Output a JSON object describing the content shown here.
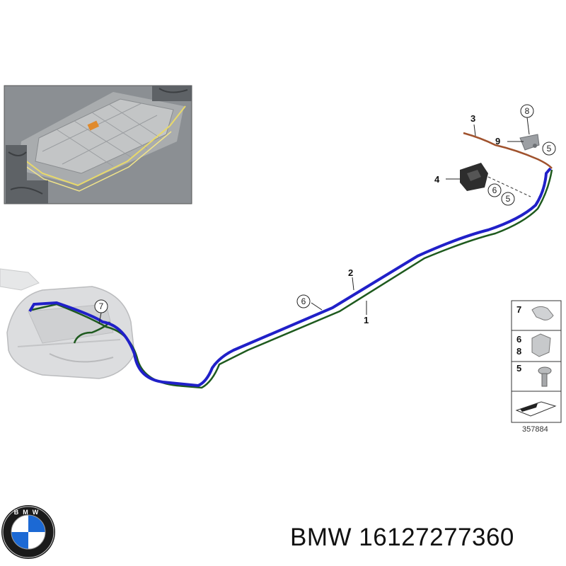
{
  "callouts": {
    "c1": "1",
    "c2": "2",
    "c3": "3",
    "c4": "4",
    "c5a": "5",
    "c5b": "5",
    "c6a": "6",
    "c6b": "6",
    "c7": "7",
    "c8": "8",
    "c9": "9"
  },
  "legend": {
    "row1": "7",
    "row2a": "6",
    "row2b": "8",
    "row3": "5"
  },
  "reference_number": "357884",
  "brand": {
    "logo_letters": "BMW",
    "name": "BMW",
    "part_number": "16127277360"
  },
  "colors": {
    "blue_line": "#2020c8",
    "green_line": "#1e5a1e",
    "brown_line": "#a0522d",
    "inset_bg": "#8a8e92",
    "bmw_blue": "#1c69d4"
  }
}
